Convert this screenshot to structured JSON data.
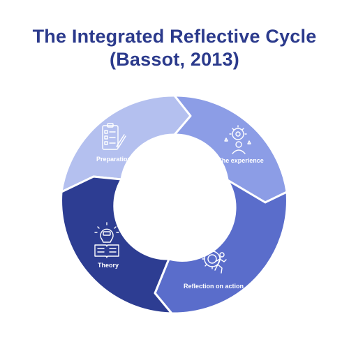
{
  "diagram": {
    "title_line1": "The Integrated Reflective Cycle",
    "title_line2": "(Bassot, 2013)",
    "segments": [
      {
        "label": "Preparation",
        "color": "#b4c0ef",
        "icon": "checklist-icon"
      },
      {
        "label": "The experience",
        "color": "#8c9de6",
        "icon": "idea-person-icon"
      },
      {
        "label": "Reflection on action",
        "color": "#5a6dcb",
        "icon": "gear-runner-icon"
      },
      {
        "label": "Theory",
        "color": "#2d3d92",
        "icon": "lightbulb-book-icon"
      }
    ]
  }
}
